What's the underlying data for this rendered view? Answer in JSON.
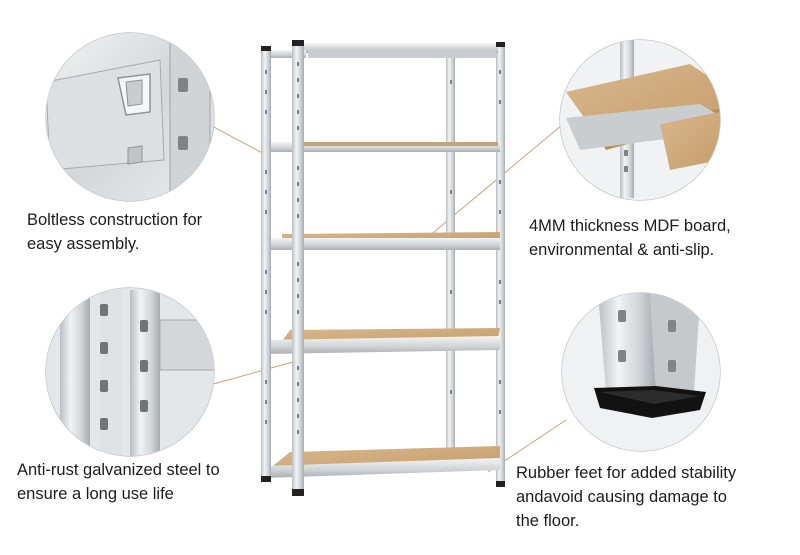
{
  "captions": {
    "bolt": [
      "Boltless construction for",
      "easy assembly."
    ],
    "mdf": [
      "4MM thickness MDF board,",
      "environmental & anti-slip."
    ],
    "steel": [
      "Anti-rust galvanized steel to",
      "ensure a long use life"
    ],
    "feet": [
      "Rubber feet for added stability",
      "andavoid causing damage to",
      "the floor."
    ]
  },
  "icons": {
    "detail_top_left": "boltless-slot-detail",
    "detail_top_right": "mdf-board-detail",
    "detail_bottom_left": "galvanized-upright-detail",
    "detail_bottom_right": "rubber-foot-detail",
    "product": "shelving-unit"
  },
  "colors": {
    "steel": "#d6dadd",
    "steel_dark": "#a9aeb2",
    "mdf": "#cfaa7a",
    "mdf_dark": "#a8845a",
    "rubber": "#111111",
    "leader": "#c9a27a"
  }
}
